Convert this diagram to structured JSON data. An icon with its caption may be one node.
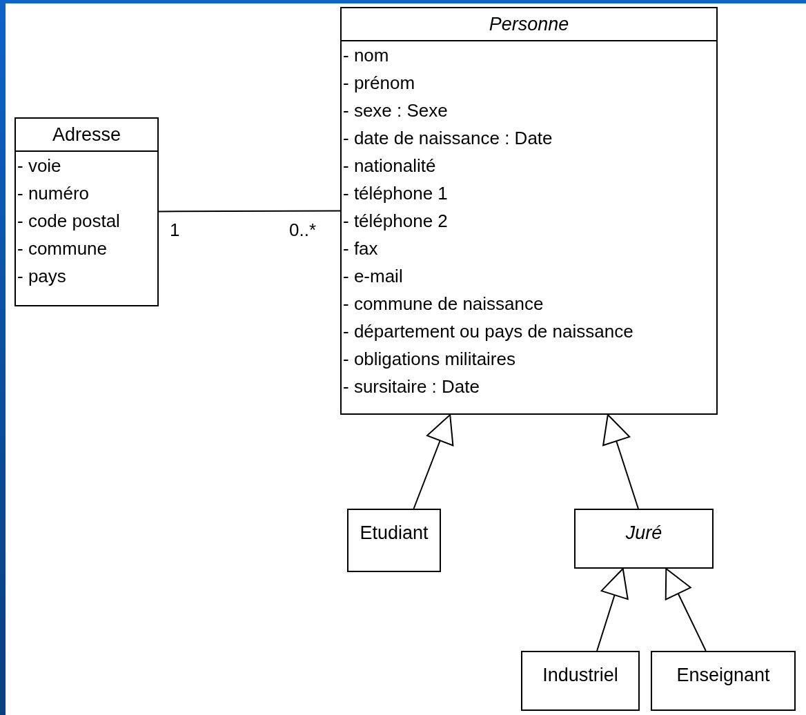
{
  "diagram": {
    "nodes": [
      {
        "text": [
          "Adresse",
          "- voie",
          "- numéro",
          "- code postal",
          "- commune",
          "- pays"
        ]
      },
      {
        "text": [
          "Personne",
          "- nom",
          "- prénom",
          "- sexe : Sexe",
          "- date de naissance : Date",
          "- nationalité",
          "- téléphone 1",
          "- téléphone 2",
          "- fax",
          "- e-mail",
          "- commune de naissance",
          "- département ou pays de naissance",
          "- obligations militaires",
          "- sursitaire : Date"
        ]
      },
      {
        "text": [
          "Etudiant"
        ]
      },
      {
        "text": [
          "Juré"
        ]
      },
      {
        "text": [
          "Industriel"
        ]
      },
      {
        "text": [
          "Enseignant"
        ]
      }
    ],
    "edges": [
      {
        "from": 0,
        "to": 1,
        "arrow": "none"
      },
      {
        "from": 2,
        "to": 1,
        "arrow": "to"
      },
      {
        "from": 3,
        "to": 1,
        "arrow": "to"
      },
      {
        "from": 4,
        "to": 3,
        "arrow": "to"
      },
      {
        "from": 5,
        "to": 3,
        "arrow": "to"
      }
    ],
    "labels": [
      "1",
      "0..*"
    ]
  }
}
